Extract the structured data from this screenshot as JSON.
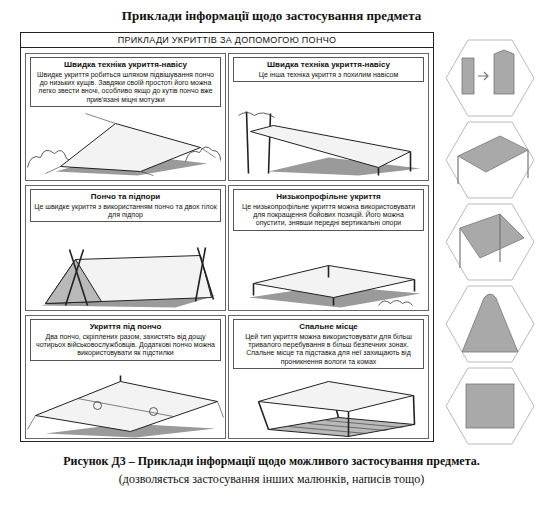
{
  "diagram": {
    "title": "Приклади інформації щодо застосування предмета",
    "caption": "Рисунок Д3 – Приклади інформації щодо можливого застосування предмета.",
    "nodes": [
      {
        "text": [
          "ПРИКЛАДИ УКРИТТІВ ЗА ДОПОМОГОЮ ПОНЧО"
        ]
      },
      {
        "text": [
          "Швидка техніка укриття-навісу",
          "Швидке укриття робиться шляхом підвішування пончо до низьких кущів. Завдяки своїй простоті його можна легко звести вночі, особливо якщо до кутів пончо вже прив'язані міцні мотузки"
        ],
        "in": 0
      },
      {
        "text": [
          "Швидка техніка укриття-навісу",
          "Це інша техніка укриття з похилим навісом"
        ],
        "in": 0
      },
      {
        "text": [
          "Пончо та підпори",
          "Це швидке укриття з використанням пончо та двох гілок для підпор"
        ],
        "in": 0
      },
      {
        "text": [
          "Низькопрофільне укриття",
          "Це низькопрофільне укриття можна використовувати для покращення бойових позицій. Його можна опустити, знявши передні вертикальні опори"
        ],
        "in": 0
      },
      {
        "text": [
          "Укриття під пончо",
          "Два пончо, скріплених разом, захистять від дощу чотирьох військовослужбовців. Додаткові пончо можна використовувати як підстилки"
        ],
        "in": 0
      },
      {
        "text": [
          "Спальне місце",
          "Цей тип укриття можна використовувати для більш тривалого перебування в більш безпечних зонах. Спальне місце та підставка для неї захищають від проникнення вологи та комах"
        ],
        "in": 0
      }
    ],
    "labels": [
      "(дозволяється застосування інших малюнків, написів тощо)"
    ]
  }
}
